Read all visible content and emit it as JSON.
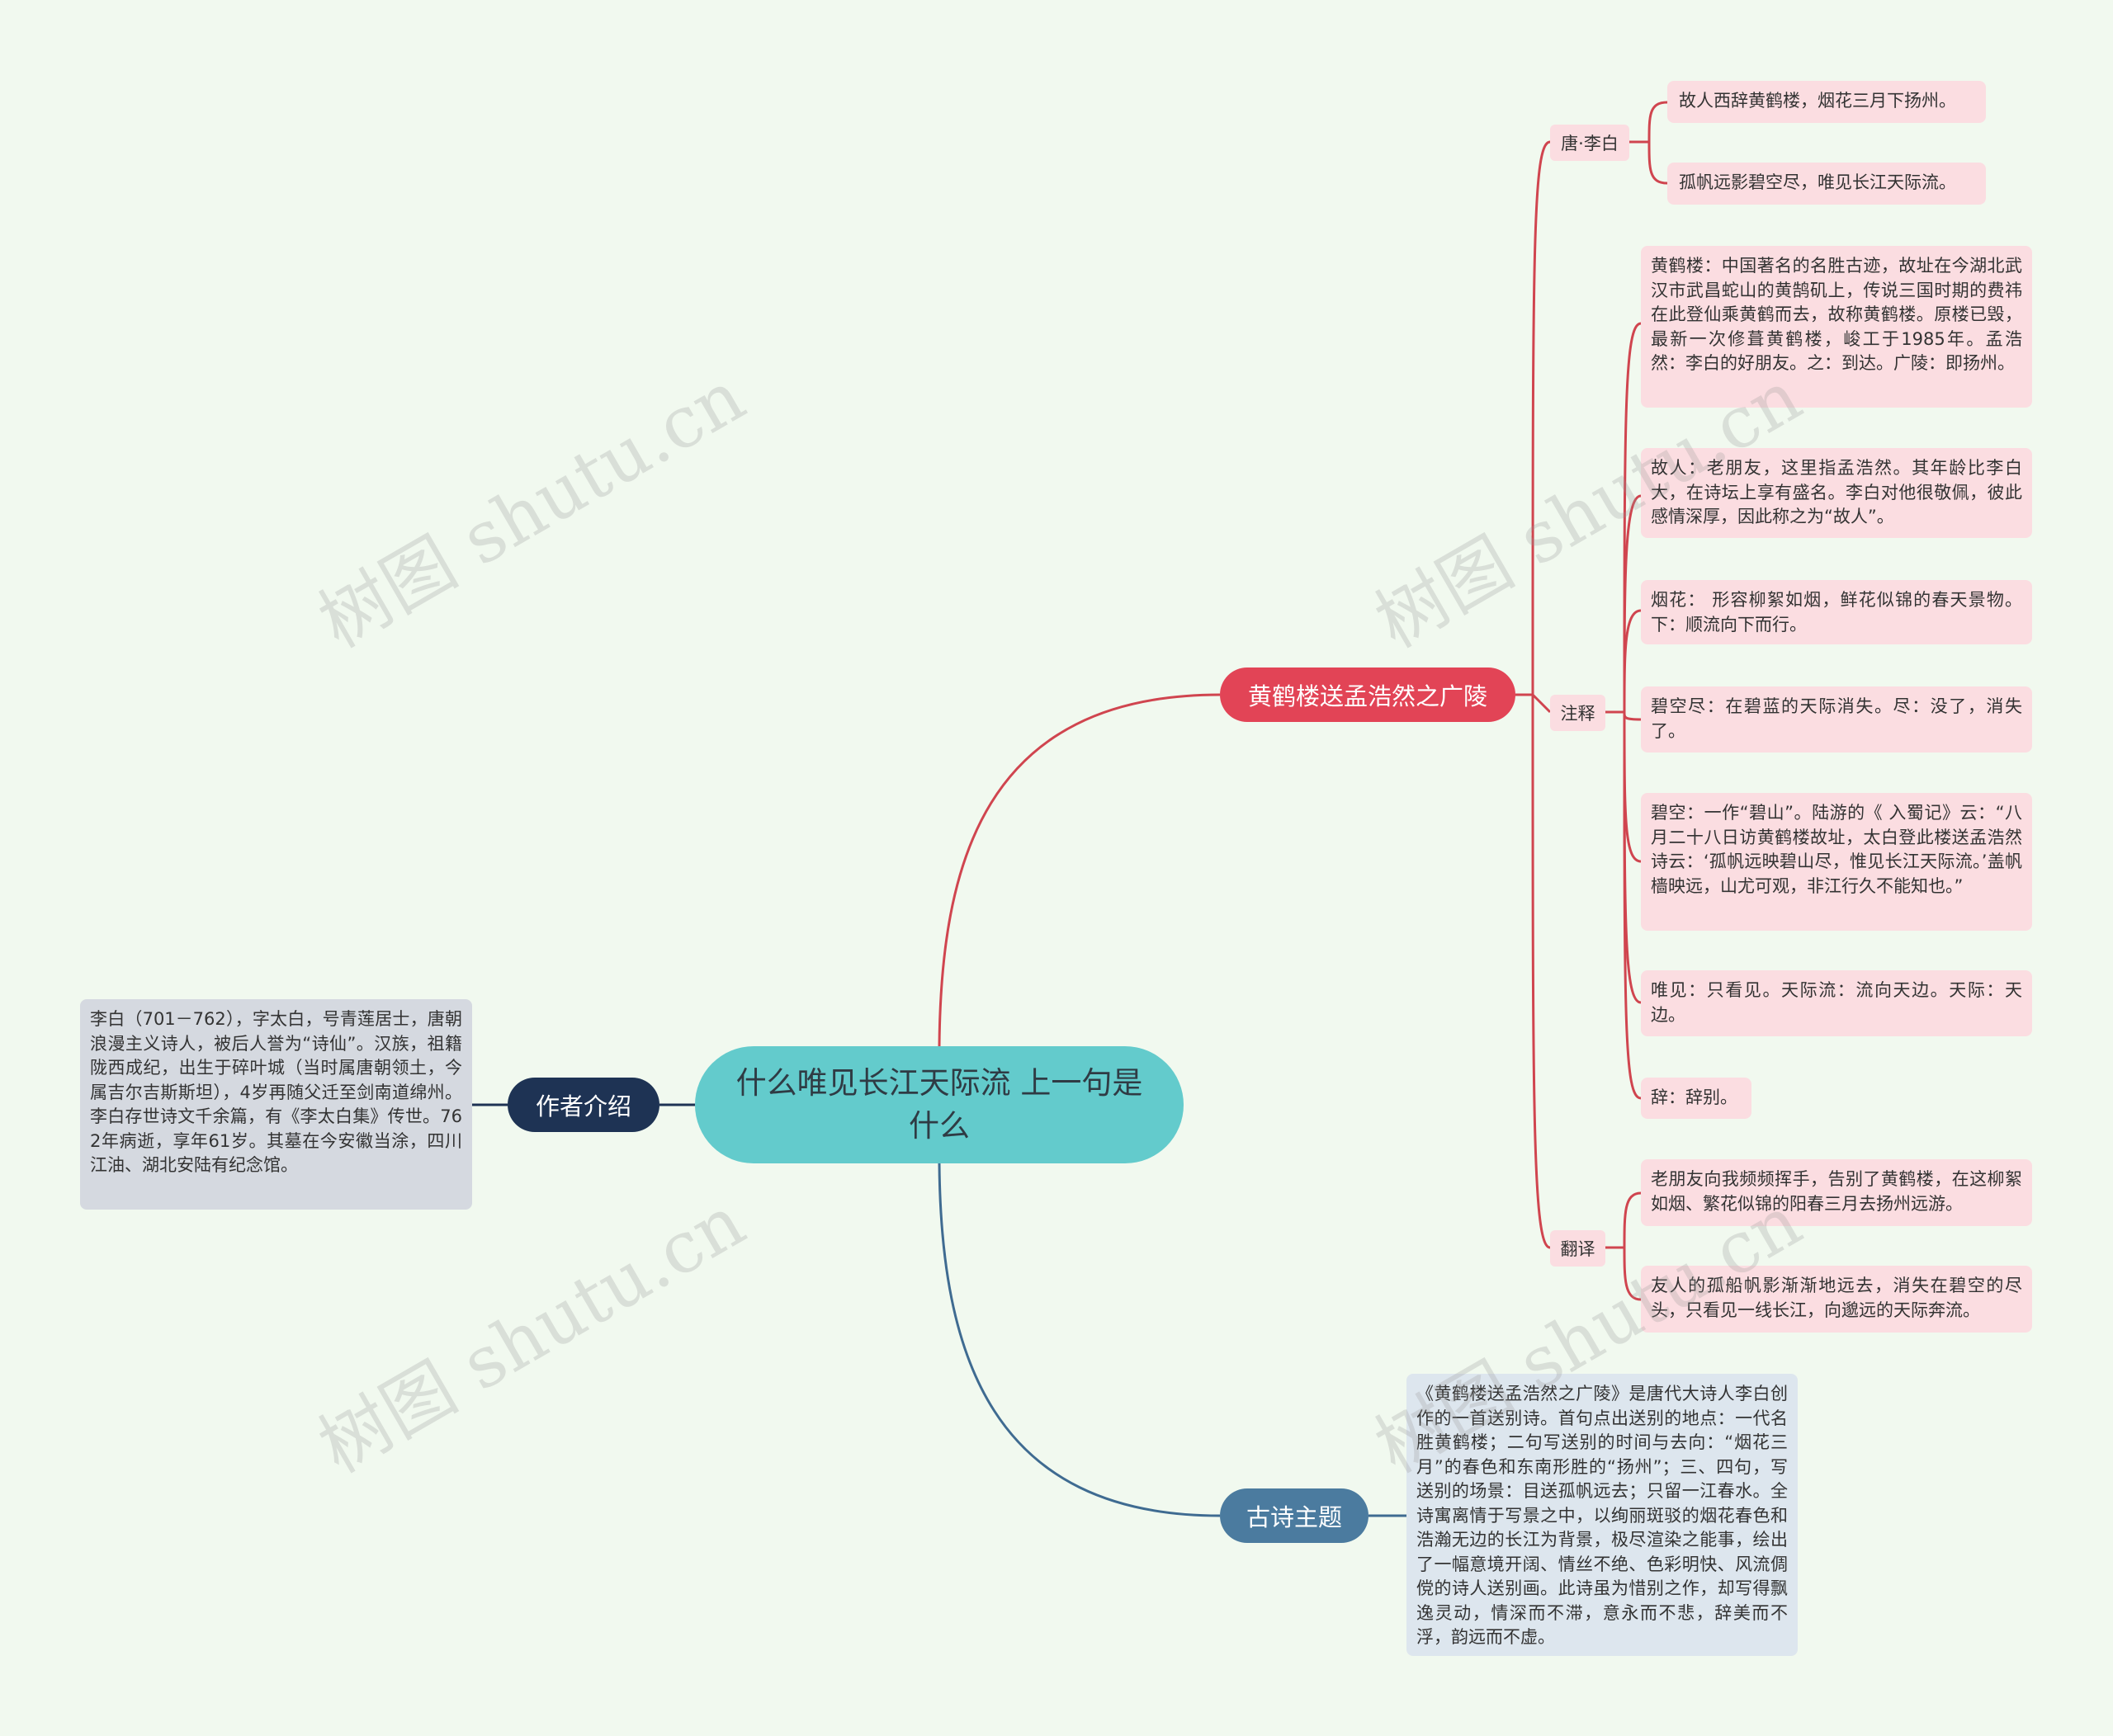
{
  "root": {
    "label": "什么唯见长江天际流 上一句是什么"
  },
  "poem_branch": {
    "label": "黄鹤楼送孟浩然之广陵",
    "color": "#e24456",
    "author": {
      "label": "唐·李白",
      "lines": [
        "故人西辞黄鹤楼，烟花三月下扬州。",
        "孤帆远影碧空尽，唯见长江天际流。"
      ]
    },
    "notes": {
      "label": "注释",
      "items": [
        "黄鹤楼：中国著名的名胜古迹，故址在今湖北武汉市武昌蛇山的黄鹄矶上，传说三国时期的费祎在此登仙乘黄鹤而去，故称黄鹤楼。原楼已毁，最新一次修葺黄鹤楼，峻工于1985年。孟浩然：李白的好朋友。之：到达。广陵：即扬州。",
        "故人：老朋友，这里指孟浩然。其年龄比李白大，在诗坛上享有盛名。李白对他很敬佩，彼此感情深厚，因此称之为“故人”。",
        "烟花： 形容柳絮如烟，鲜花似锦的春天景物。下：顺流向下而行。",
        "碧空尽：在碧蓝的天际消失。尽：没了，消失了。",
        "碧空：一作“碧山”。陆游的《 入蜀记》云：“八月二十八日访黄鹤楼故址，太白登此楼送孟浩然诗云：‘孤帆远映碧山尽，惟见长江天际流。’盖帆樯映远，山尤可观，非江行久不能知也。”",
        "唯见：只看见。天际流：流向天边。天际：天边。",
        "辞：辞别。"
      ]
    },
    "translation": {
      "label": "翻译",
      "items": [
        "老朋友向我频频挥手，告别了黄鹤楼，在这柳絮如烟、繁花似锦的阳春三月去扬州远游。",
        "友人的孤船帆影渐渐地远去，消失在碧空的尽头，只看见一线长江，向邈远的天际奔流。"
      ]
    }
  },
  "author_branch": {
    "label": "作者介绍",
    "color": "#1e3354",
    "text": "李白（701－762），字太白，号青莲居士，唐朝浪漫主义诗人，被后人誉为“诗仙”。汉族，祖籍陇西成纪，出生于碎叶城（当时属唐朝领土，今属吉尔吉斯斯坦），4岁再随父迁至剑南道绵州。李白存世诗文千余篇，有《李太白集》传世。762年病逝，享年61岁。其墓在今安徽当涂，四川江油、湖北安陆有纪念馆。"
  },
  "theme_branch": {
    "label": "古诗主题",
    "color": "#4b7b9f",
    "text": "《黄鹤楼送孟浩然之广陵》是唐代大诗人李白创作的一首送别诗。首句点出送别的地点：一代名胜黄鹤楼；二句写送别的时间与去向：“烟花三月”的春色和东南形胜的“扬州”；三、四句，写送别的场景：目送孤帆远去；只留一江春水。全诗寓离情于写景之中，以绚丽斑驳的烟花春色和浩瀚无边的长江为背景，极尽渲染之能事，绘出了一幅意境开阔、情丝不绝、色彩明快、风流倜傥的诗人送别画。此诗虽为惜别之作，却写得飘逸灵动，情深而不滞，意永而不悲，辞美而不浮，韵远而不虚。"
  },
  "watermark": "树图 shutu.cn"
}
